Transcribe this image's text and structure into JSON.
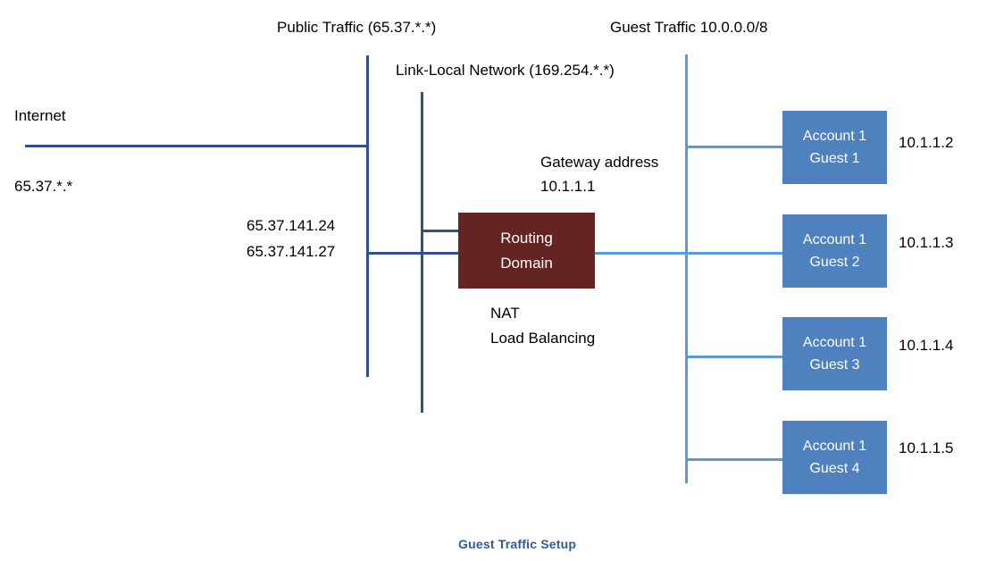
{
  "diagram": {
    "title": "Guest Traffic Setup",
    "colors": {
      "guest_box": "#4E81BD",
      "routing_box": "#632423",
      "dark_line": "#2E5486",
      "light_line": "#5B9BD5",
      "caption": "#2E5B9E"
    },
    "labels": {
      "public_traffic": "Public Traffic (65.37.*.*)",
      "link_local": "Link-Local Network (169.254.*.*)",
      "guest_traffic": "Guest Traffic 10.0.0.0/8",
      "internet": "Internet",
      "internet_range": "65.37.*.*",
      "public_ip_1": "65.37.141.24",
      "public_ip_2": "65.37.141.27",
      "gateway_title": "Gateway address",
      "gateway_ip": "10.1.1.1",
      "nat": "NAT",
      "load_balancing": "Load Balancing"
    },
    "routing_domain": {
      "line1": "Routing",
      "line2": "Domain"
    },
    "guests": [
      {
        "line1": "Account 1",
        "line2": "Guest 1",
        "ip": "10.1.1.2"
      },
      {
        "line1": "Account 1",
        "line2": "Guest 2",
        "ip": "10.1.1.3"
      },
      {
        "line1": "Account 1",
        "line2": "Guest 3",
        "ip": "10.1.1.4"
      },
      {
        "line1": "Account 1",
        "line2": "Guest 4",
        "ip": "10.1.1.5"
      }
    ]
  }
}
